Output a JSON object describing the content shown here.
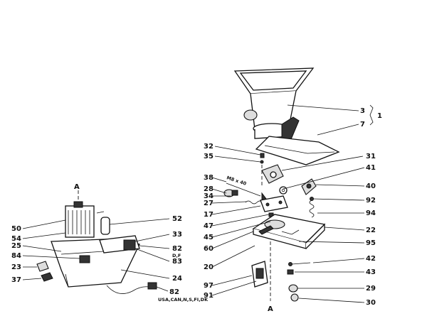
{
  "labels": {
    "l3": "3",
    "l7": "7",
    "l1": "1",
    "l32": "32",
    "l35": "35",
    "l31": "31",
    "l41": "41",
    "l38": "38",
    "l28": "28",
    "l34": "34",
    "l27": "27",
    "l17": "17",
    "l47": "47",
    "l45": "45",
    "l60": "60",
    "l40": "40",
    "l92": "92",
    "l94": "94",
    "l22": "22",
    "l95": "95",
    "l20": "20",
    "l42": "42",
    "l43": "43",
    "l97": "97",
    "l91": "91",
    "l29": "29",
    "l30": "30",
    "l52": "52",
    "l50": "50",
    "l54": "54",
    "l33": "33",
    "l25": "25",
    "l84": "84",
    "l82a": "82",
    "l83": "83",
    "l23": "23",
    "l37": "37",
    "l24": "24",
    "l82b": "82"
  },
  "axis_letter_left": "A",
  "axis_letter_right": "A",
  "screw_callout": "M8 x 40",
  "region_note": "USA,CAN,N,S,FI,DK",
  "side_note": "D,F"
}
